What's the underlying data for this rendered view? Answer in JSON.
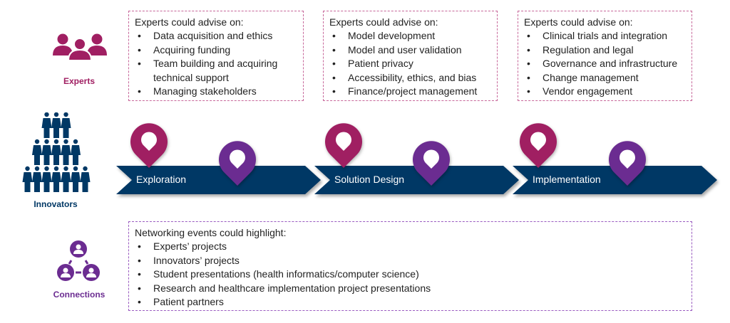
{
  "colors": {
    "expert": "#a01f62",
    "innovator": "#003865",
    "connection": "#6b2c91"
  },
  "experts": {
    "label": "Experts",
    "icon": "people-group-icon"
  },
  "innovators": {
    "label": "Innovators",
    "icon": "crowd-pyramid-icon"
  },
  "connections": {
    "label": "Connections",
    "icon": "network-people-icon"
  },
  "boxes": [
    {
      "heading": "Experts could advise on:",
      "items": [
        "Data acquisition and ethics",
        "Acquiring funding",
        "Team building and acquiring technical support",
        "Managing stakeholders"
      ]
    },
    {
      "heading": "Experts could advise on:",
      "items": [
        "Model development",
        "Model and user validation",
        "Patient privacy",
        "Accessibility, ethics, and bias",
        "Finance/project management"
      ]
    },
    {
      "heading": "Experts could advise on:",
      "items": [
        "Clinical trials and integration",
        "Regulation and legal",
        "Governance and infrastructure",
        "Change management",
        "Vendor engagement"
      ]
    }
  ],
  "phases": [
    "Exploration",
    "Solution Design",
    "Implementation"
  ],
  "networking": {
    "heading": "Networking events could highlight:",
    "items": [
      "Experts’ projects",
      "Innovators’ projects",
      "Student presentations (health informatics/computer science)",
      "Research and healthcare implementation project presentations",
      "Patient partners"
    ]
  }
}
